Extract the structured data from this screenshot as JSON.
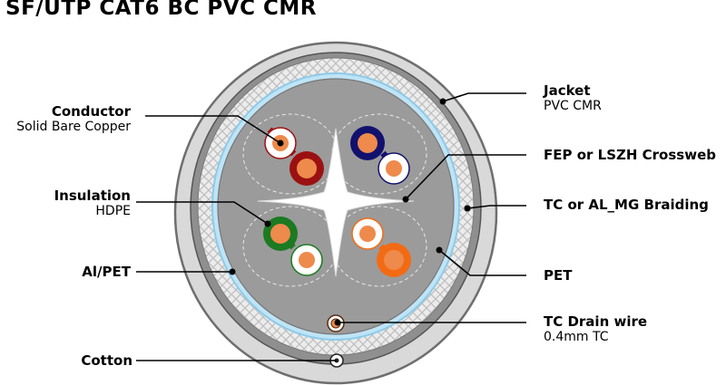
{
  "title": "SF/UTP CAT6 BC PVC CMR",
  "labels": {
    "conductor": {
      "name": "Conductor",
      "desc": "Solid Bare Copper"
    },
    "insulation": {
      "name": "Insulation",
      "desc": "HDPE"
    },
    "alpet": {
      "name": "Al/PET"
    },
    "cotton": {
      "name": "Cotton"
    },
    "jacket": {
      "name": "Jacket",
      "desc": "PVC CMR"
    },
    "crossweb": {
      "name": "FEP or LSZH Crossweb"
    },
    "braiding": {
      "name": "TC or AL_MG Braiding"
    },
    "pet": {
      "name": "PET"
    },
    "drain": {
      "name": "TC Drain wire",
      "desc": "0.4mm TC"
    }
  },
  "colors": {
    "jacket_outer": "#d9d9d9",
    "jacket_ring": "#8c8c8c",
    "braid": "#eaeaea",
    "foil": "#a9d8f0",
    "core": "#9b9b9b",
    "copper": "#ee8a4b",
    "pair_brown": "#9b1111",
    "pair_blue": "#12126e",
    "pair_green": "#1b7a22",
    "pair_orange": "#f26b14"
  },
  "icons": [
    "cable-cross-section-icon"
  ]
}
